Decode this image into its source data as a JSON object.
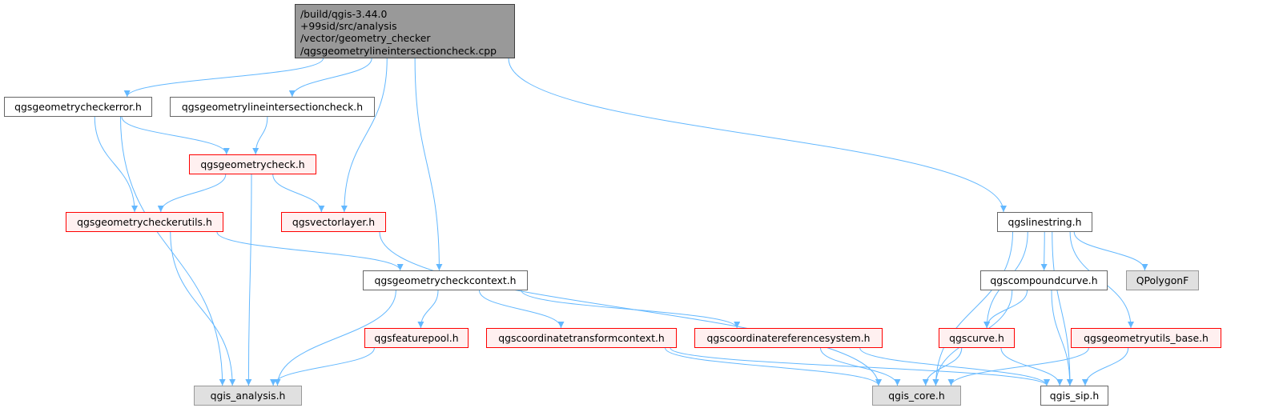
{
  "root": {
    "id": "root",
    "lines": [
      "/build/qgis-3.44.0",
      "+99sid/src/analysis",
      "/vector/geometry_checker",
      "/qgsgeometrylineintersectioncheck.cpp"
    ]
  },
  "nodes": [
    {
      "id": "checkerror",
      "label": "qgsgeometrycheckerror.h",
      "style": "plain"
    },
    {
      "id": "lineintcheck",
      "label": "qgsgeometrylineintersectioncheck.h",
      "style": "plain"
    },
    {
      "id": "geomcheck",
      "label": "qgsgeometrycheck.h",
      "style": "red"
    },
    {
      "id": "checkerutils",
      "label": "qgsgeometrycheckerutils.h",
      "style": "red"
    },
    {
      "id": "vectorlayer",
      "label": "qgsvectorlayer.h",
      "style": "red"
    },
    {
      "id": "checkcontext",
      "label": "qgsgeometrycheckcontext.h",
      "style": "plain"
    },
    {
      "id": "featurepool",
      "label": "qgsfeaturepool.h",
      "style": "red"
    },
    {
      "id": "coordtransform",
      "label": "qgscoordinatetransformcontext.h",
      "style": "red"
    },
    {
      "id": "crs",
      "label": "qgscoordinatereferencesystem.h",
      "style": "red"
    },
    {
      "id": "linestring",
      "label": "qgslinestring.h",
      "style": "plain"
    },
    {
      "id": "compoundcurve",
      "label": "qgscompoundcurve.h",
      "style": "plain"
    },
    {
      "id": "qpolygonf",
      "label": "QPolygonF",
      "style": "grey"
    },
    {
      "id": "curve",
      "label": "qgscurve.h",
      "style": "red"
    },
    {
      "id": "utilsbase",
      "label": "qgsgeometryutils_base.h",
      "style": "red"
    },
    {
      "id": "analysis",
      "label": "qgis_analysis.h",
      "style": "grey"
    },
    {
      "id": "core",
      "label": "qgis_core.h",
      "style": "grey"
    },
    {
      "id": "sip",
      "label": "qgis_sip.h",
      "style": "plain"
    }
  ],
  "edges": [
    [
      "root",
      "checkerror"
    ],
    [
      "root",
      "lineintcheck"
    ],
    [
      "root",
      "vectorlayer"
    ],
    [
      "root",
      "checkcontext"
    ],
    [
      "root",
      "linestring"
    ],
    [
      "checkerror",
      "geomcheck"
    ],
    [
      "checkerror",
      "checkerutils"
    ],
    [
      "checkerror",
      "analysis"
    ],
    [
      "lineintcheck",
      "geomcheck"
    ],
    [
      "geomcheck",
      "checkerutils"
    ],
    [
      "geomcheck",
      "vectorlayer"
    ],
    [
      "geomcheck",
      "analysis"
    ],
    [
      "checkerutils",
      "checkcontext"
    ],
    [
      "checkerutils",
      "analysis"
    ],
    [
      "vectorlayer",
      "core"
    ],
    [
      "checkcontext",
      "featurepool"
    ],
    [
      "checkcontext",
      "coordtransform"
    ],
    [
      "checkcontext",
      "crs"
    ],
    [
      "checkcontext",
      "analysis"
    ],
    [
      "featurepool",
      "analysis"
    ],
    [
      "coordtransform",
      "core"
    ],
    [
      "coordtransform",
      "sip"
    ],
    [
      "crs",
      "core"
    ],
    [
      "crs",
      "sip"
    ],
    [
      "linestring",
      "compoundcurve"
    ],
    [
      "linestring",
      "qpolygonf"
    ],
    [
      "linestring",
      "curve"
    ],
    [
      "linestring",
      "utilsbase"
    ],
    [
      "linestring",
      "core"
    ],
    [
      "linestring",
      "sip"
    ],
    [
      "compoundcurve",
      "curve"
    ],
    [
      "compoundcurve",
      "core"
    ],
    [
      "compoundcurve",
      "sip"
    ],
    [
      "curve",
      "core"
    ],
    [
      "curve",
      "sip"
    ],
    [
      "utilsbase",
      "core"
    ],
    [
      "utilsbase",
      "sip"
    ]
  ],
  "colors": {
    "edge": "#63b8ff",
    "node_border": "#666666",
    "red_border": "#ff0000",
    "red_fill": "#fff0f0",
    "grey_fill": "#e0e0e0",
    "root_fill": "#999999"
  }
}
